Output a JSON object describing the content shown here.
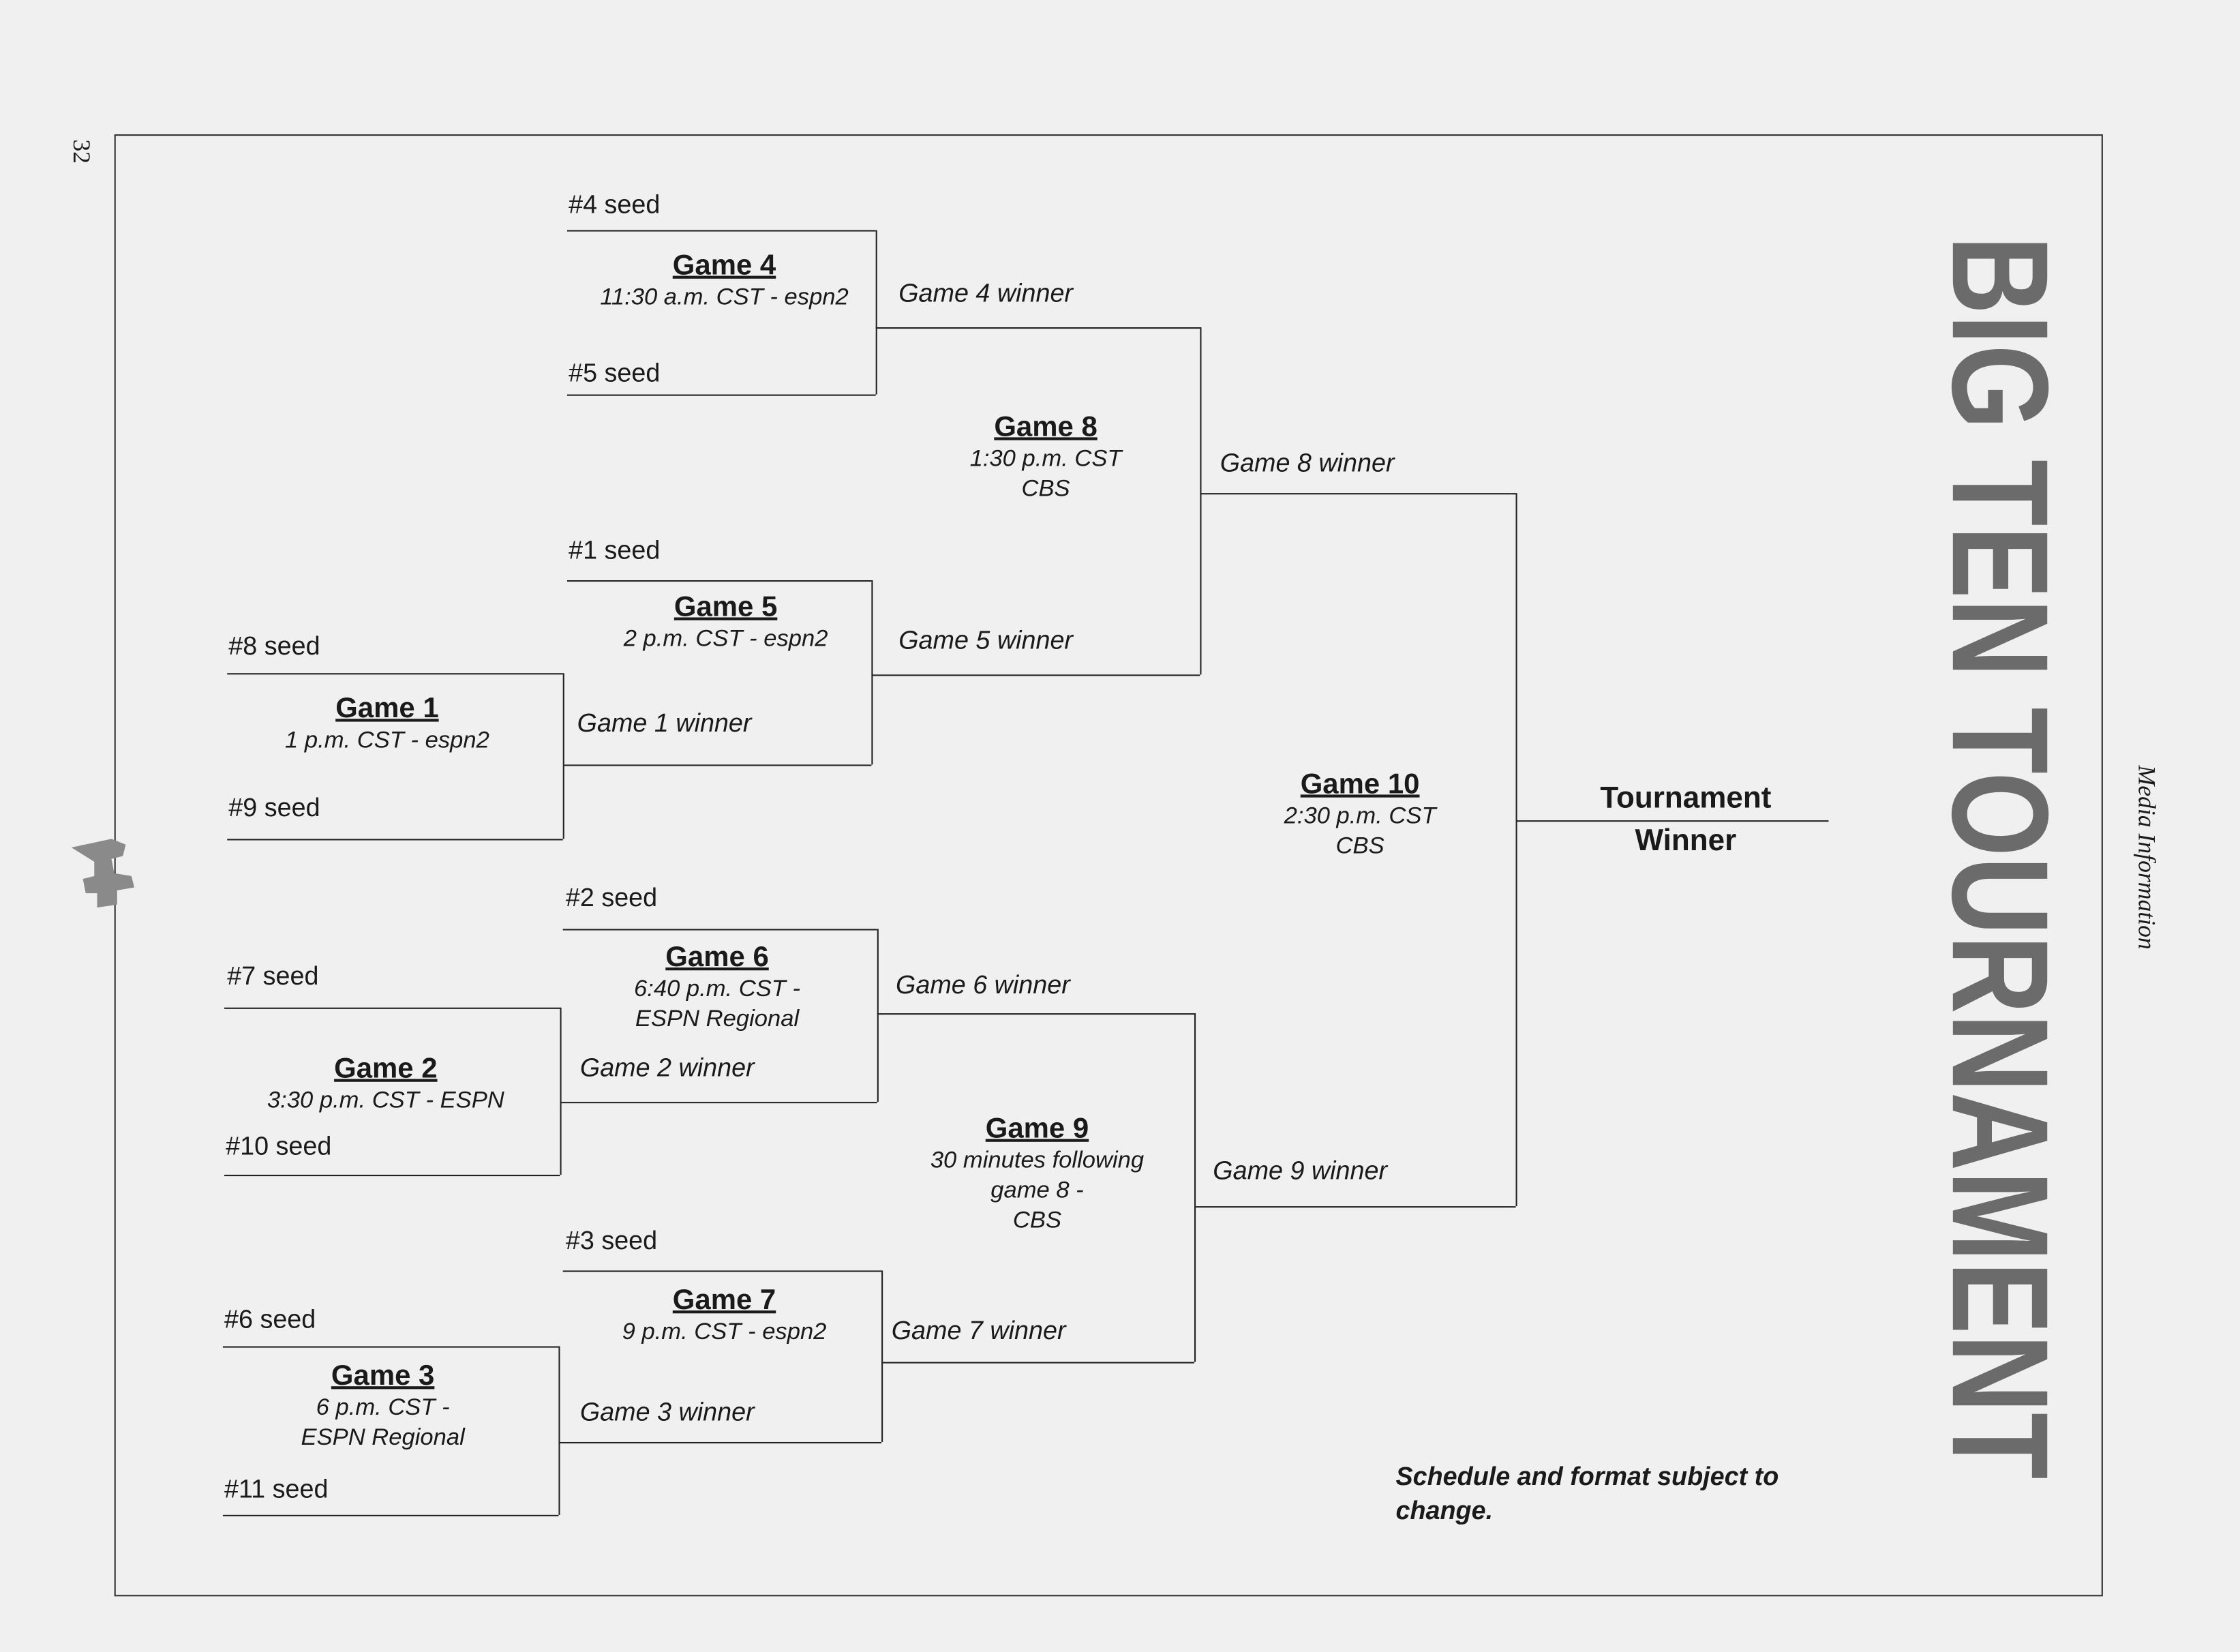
{
  "page_number": "32",
  "side_title": "BIG TEN TOURNAMENT",
  "section_label": "Media Information",
  "colors": {
    "title_gray": "#6b6b6b",
    "line": "#222222",
    "paper": "#f0f0f0"
  },
  "seeds": {
    "s1": "#1 seed",
    "s2": "#2 seed",
    "s3": "#3 seed",
    "s4": "#4 seed",
    "s5": "#5 seed",
    "s6": "#6 seed",
    "s7": "#7 seed",
    "s8": "#8 seed",
    "s9": "#9 seed",
    "s10": "#10 seed",
    "s11": "#11 seed"
  },
  "games": {
    "g1": {
      "title": "Game 1",
      "time": "1 p.m. CST - espn2",
      "winner": "Game 1 winner"
    },
    "g2": {
      "title": "Game 2",
      "time": "3:30 p.m. CST - ESPN",
      "winner": "Game 2 winner"
    },
    "g3": {
      "title": "Game 3",
      "time": "6 p.m. CST -",
      "time2": "ESPN Regional",
      "winner": "Game 3 winner"
    },
    "g4": {
      "title": "Game 4",
      "time": "11:30 a.m. CST - espn2",
      "winner": "Game 4 winner"
    },
    "g5": {
      "title": "Game 5",
      "time": "2 p.m. CST - espn2",
      "winner": "Game 5 winner"
    },
    "g6": {
      "title": "Game 6",
      "time": "6:40 p.m. CST -",
      "time2": "ESPN Regional",
      "winner": "Game 6 winner"
    },
    "g7": {
      "title": "Game 7",
      "time": "9 p.m. CST - espn2",
      "winner": "Game 7 winner"
    },
    "g8": {
      "title": "Game 8",
      "time": "1:30 p.m. CST",
      "time2": "CBS",
      "winner": "Game 8 winner"
    },
    "g9": {
      "title": "Game 9",
      "time": "30 minutes following",
      "time2": "game 8 -",
      "time3": "CBS",
      "winner": "Game 9 winner"
    },
    "g10": {
      "title": "Game 10",
      "time": "2:30 p.m. CST",
      "time2": "CBS"
    }
  },
  "champion": {
    "line1": "Tournament",
    "line2": "Winner"
  },
  "footnote": {
    "line1": "Schedule and format subject to",
    "line2": "change."
  }
}
